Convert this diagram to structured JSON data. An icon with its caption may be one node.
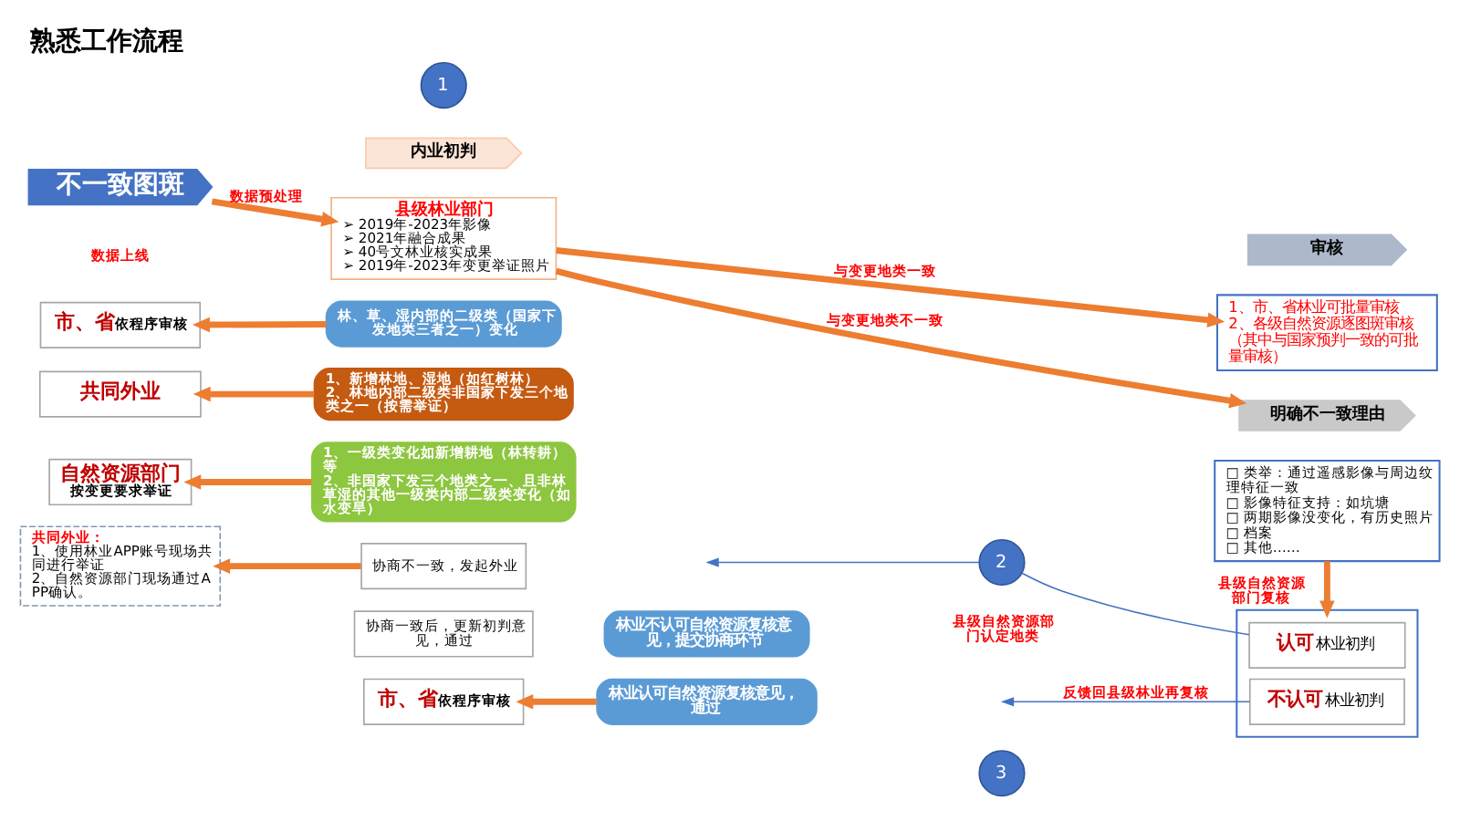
{
  "diagram": {
    "title": "熟悉工作流程",
    "nodes": [
      {
        "text": [
          "不一致图斑"
        ]
      },
      {
        "text": [
          "1"
        ]
      },
      {
        "text": [
          "内业初判"
        ]
      },
      {
        "text": [
          "县级林业部门",
          "➢ 2019年-2023年影像",
          "➢ 2021年融合成果",
          "➢ 40号文林业核实成果",
          "➢ 2019年-2023年变更举证照片"
        ]
      },
      {
        "text": [
          "审核"
        ]
      },
      {
        "text": [
          "1、市、省林业可批量审核",
          "2、各级自然资源逐图斑审核（其中与国家预判一致的可批量审核）"
        ]
      },
      {
        "text": [
          "明确不一致理由"
        ]
      },
      {
        "text": [
          "□ 类举：通过遥感影像与周边纹理特征一致",
          "□ 影像特征支持：如坑塘",
          "□ 两期影像没变化，有历史照片",
          "□ 档案",
          "□ 其他……"
        ]
      },
      {
        "text": [
          "林、草、湿内部的二级类（国家下发地类三者之一）变化"
        ]
      },
      {
        "text": [
          "1、新增林地、湿地（如红树林）",
          "2、林地内部二级类非国家下发三个地类之一（按需举证）"
        ]
      },
      {
        "text": [
          "1、一级类变化如新增耕地（林转耕）等",
          "2、非国家下发三个地类之一、且非林草湿的其他一级类内部二级类变化（如水变旱）"
        ]
      },
      {
        "text": [
          "市、省",
          "依程序审核"
        ]
      },
      {
        "text": [
          "共同外业"
        ]
      },
      {
        "text": [
          "自然资源部门",
          "按变更要求举证"
        ]
      },
      {
        "text": [
          "2"
        ]
      },
      {
        "text": [],
        "shape": "box"
      },
      {
        "text": [
          "认可",
          "林业初判"
        ],
        "in": 15
      },
      {
        "text": [
          "不认可",
          "林业初判"
        ],
        "in": 15
      },
      {
        "text": [
          "3"
        ]
      },
      {
        "text": [
          "林业不认可自然资源复核意见，提交协商环节"
        ]
      },
      {
        "text": [
          "林业认可自然资源复核意见，通过"
        ]
      },
      {
        "text": [
          "协商不一致，发起外业"
        ]
      },
      {
        "text": [
          "协商一致后，更新初判意见，通过"
        ]
      },
      {
        "text": [
          "共同外业：",
          "1、使用林业APP账号现场共同进行举证",
          "2、自然资源部门现场通过APP确认。"
        ]
      },
      {
        "text": [
          "市、省",
          "依程序审核"
        ]
      }
    ],
    "edges": [
      {
        "from": 0,
        "to": 3,
        "arrow": "to",
        "label": "数据预处理"
      },
      {
        "from": 3,
        "to": 5,
        "arrow": "to",
        "label": "与变更地类一致"
      },
      {
        "from": 3,
        "to": 6,
        "arrow": "to",
        "label": "与变更地类不一致"
      },
      {
        "from": 8,
        "to": 11,
        "arrow": "to"
      },
      {
        "from": 9,
        "to": 12,
        "arrow": "to"
      },
      {
        "from": 10,
        "to": 13,
        "arrow": "to"
      },
      {
        "from": 7,
        "to": 15,
        "arrow": "to",
        "label": "县级自然资源部门复核"
      },
      {
        "from": 14,
        "to": 16,
        "arrow": "none",
        "color": "#4472c4"
      },
      {
        "from": 14,
        "to": null,
        "arrow": "to",
        "color": "#4472c4"
      },
      {
        "from": 17,
        "to": null,
        "arrow": "to",
        "label": "反馈回县级林业再复核",
        "color": "#4472c4"
      },
      {
        "from": 21,
        "to": 23,
        "arrow": "to"
      },
      {
        "from": 20,
        "to": 24,
        "arrow": "to"
      }
    ],
    "labels": [
      "数据上线",
      "县级自然资源部门认定地类"
    ]
  }
}
